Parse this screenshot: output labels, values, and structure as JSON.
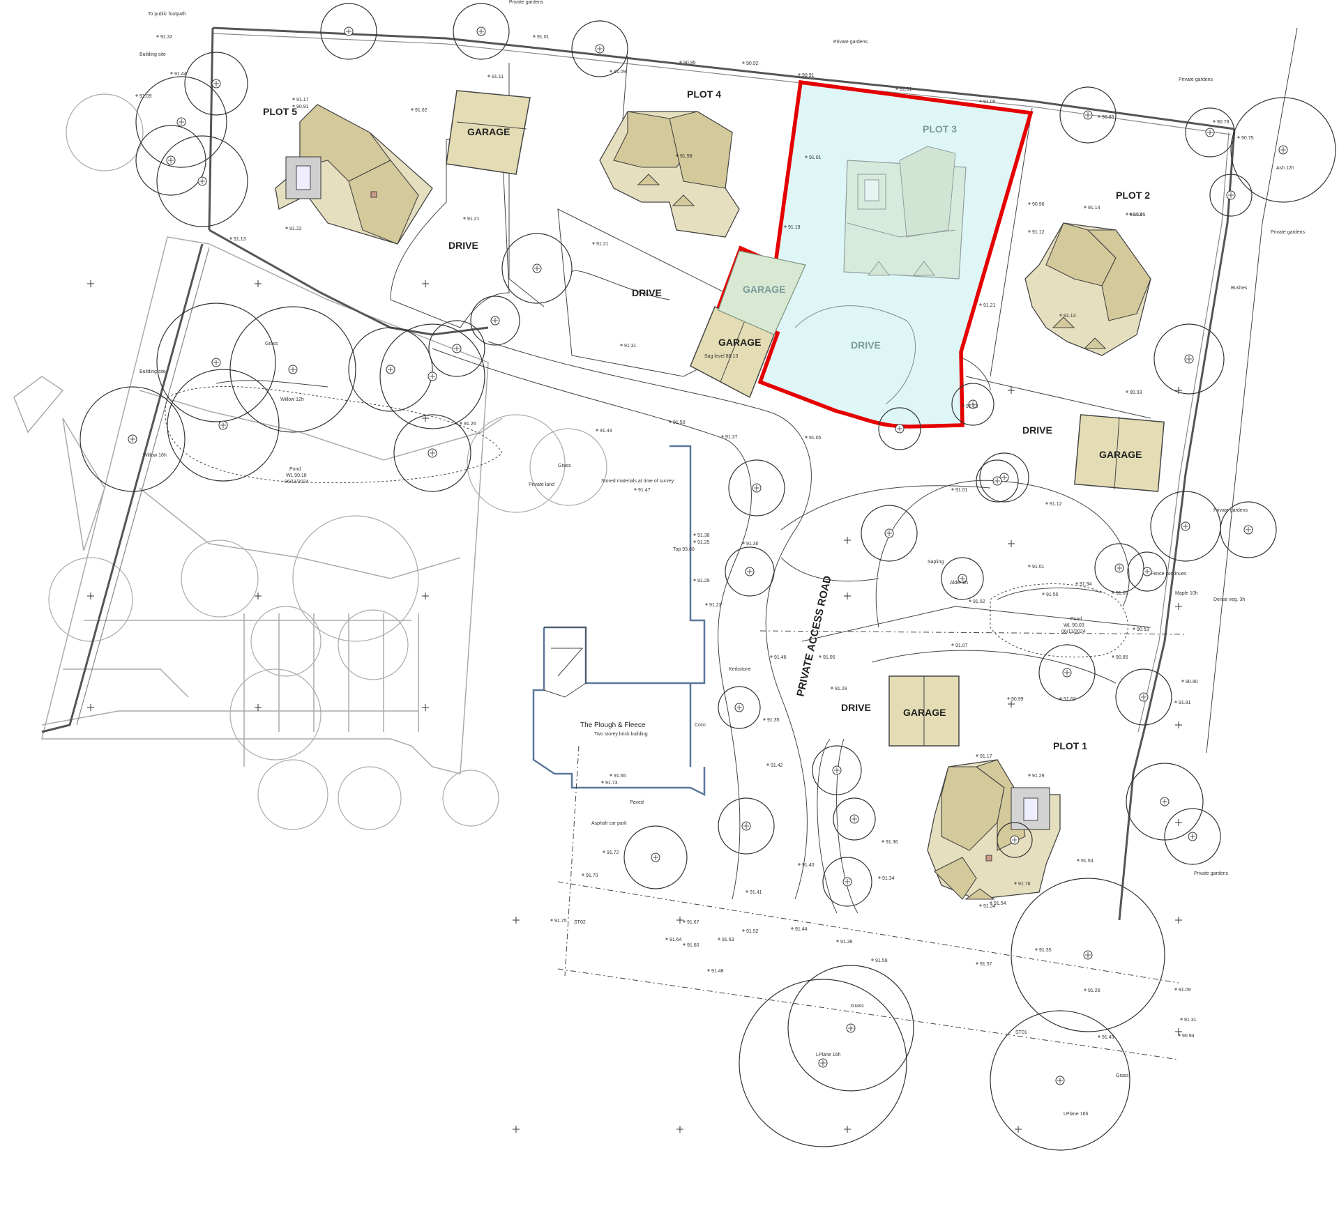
{
  "plots": [
    {
      "label": "PLOT 1"
    },
    {
      "label": "PLOT 2"
    },
    {
      "label": "PLOT 3"
    },
    {
      "label": "PLOT 4"
    },
    {
      "label": "PLOT 5"
    }
  ],
  "drive_label": "DRIVE",
  "garage_label": "GARAGE",
  "road_label": "PRIVATE ACCESS ROAD",
  "pub": {
    "name": "The Plough & Fleece",
    "desc": "Two storey brick building"
  },
  "annotations": {
    "public_footpath": "To public footpath",
    "building_site": "Building site",
    "private_gardens": "Private gardens",
    "pond_left": "Pond",
    "pond_left_wl": "WL 90.18",
    "pond_left_date": "06/11/2024",
    "pond_right": "Pond",
    "pond_right_wl": "WL 90.03",
    "pond_right_date": "06/11/2024",
    "stored_materials": "Stored materials at time of survey",
    "grass": "Grass",
    "asphalt_car_park": "Asphalt car park",
    "paved": "Paved",
    "sag_level_garage": "Sag level 88.13",
    "ash_12h": "Ash 12h",
    "lplane_16h": "LPlane 16h",
    "willow_12h": "Willow 12h",
    "willow_16h": "Willow 16h",
    "alder": "Alder 6h",
    "maple": "Maple 10h",
    "sapling": "Sapling",
    "bushes": "Bushes",
    "dense_veg": "Dense veg. 3h",
    "private_land": "Private land",
    "top": "Top 93.80",
    "kerb": "Kerbstone",
    "conc": "Conc",
    "fence": "Fence continues",
    "st01": "ST01",
    "st02": "ST02"
  },
  "spot_levels": [
    "91.32",
    "91.44",
    "91.17",
    "90.91",
    "91.02",
    "91.11",
    "91.01",
    "91.09",
    "90.95",
    "90.92",
    "90.91",
    "91.01",
    "91.00",
    "90.85",
    "90.78",
    "90.75",
    "91.09",
    "91.21",
    "91.13",
    "91.22",
    "91.01",
    "91.12",
    "91.13",
    "91.21",
    "91.31",
    "91.58",
    "91.19",
    "91.13",
    "91.21",
    "91.14",
    "90.96",
    "90.95",
    "91.05",
    "91.01",
    "90.93",
    "91.12",
    "91.13",
    "91.43",
    "91.50",
    "91.37",
    "91.38",
    "91.47",
    "91.26",
    "91.25",
    "91.30",
    "91.29",
    "91.23",
    "91.07",
    "91.46",
    "91.05",
    "91.29",
    "91.35",
    "91.42",
    "91.36",
    "91.34",
    "91.34",
    "91.17",
    "91.29",
    "91.54",
    "91.57",
    "91.59",
    "91.48",
    "91.44",
    "91.40",
    "91.41",
    "91.26",
    "91.09",
    "91.35",
    "91.31",
    "90.85",
    "90.53",
    "90.80",
    "91.01",
    "91.94",
    "91.02",
    "91.07",
    "90.99",
    "91.81",
    "91.52",
    "91.36",
    "91.67",
    "91.64",
    "91.60",
    "91.72",
    "91.70",
    "91.75",
    "91.73",
    "91.65",
    "91.63",
    "91.62",
    "91.55",
    "91.45",
    "91.54",
    "91.76",
    "90.94"
  ]
}
